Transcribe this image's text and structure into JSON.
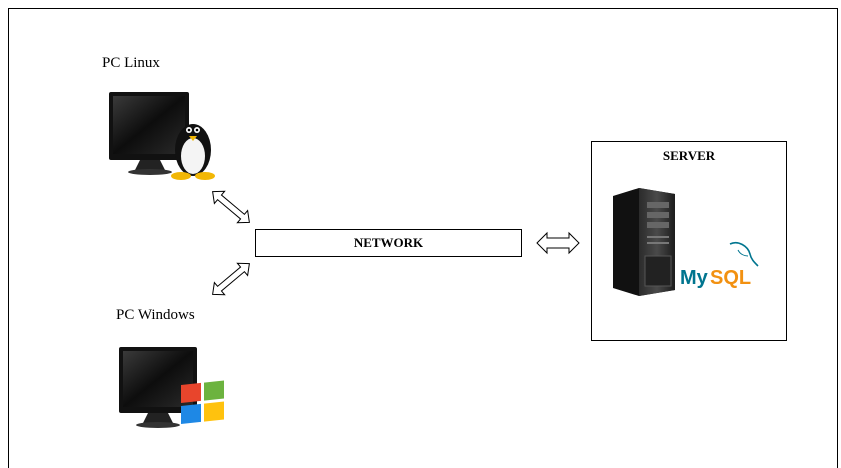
{
  "nodes": {
    "pc_linux": {
      "label": "PC Linux"
    },
    "pc_windows": {
      "label": "PC Windows"
    },
    "network": {
      "label": "NETWORK"
    },
    "server": {
      "label": "SERVER",
      "logo_text": "MySQL"
    }
  },
  "colors": {
    "border": "#000000",
    "monitor_dark": "#1a1a1a",
    "mysql_blue": "#00758f",
    "mysql_orange": "#f29111",
    "win_red": "#e8452c",
    "win_green": "#6cb33f",
    "win_blue": "#1e88e5",
    "win_yellow": "#ffc20e"
  },
  "icons": [
    "linux-monitor-icon",
    "windows-monitor-icon",
    "server-tower-icon",
    "mysql-logo-icon",
    "double-arrow-icon"
  ]
}
